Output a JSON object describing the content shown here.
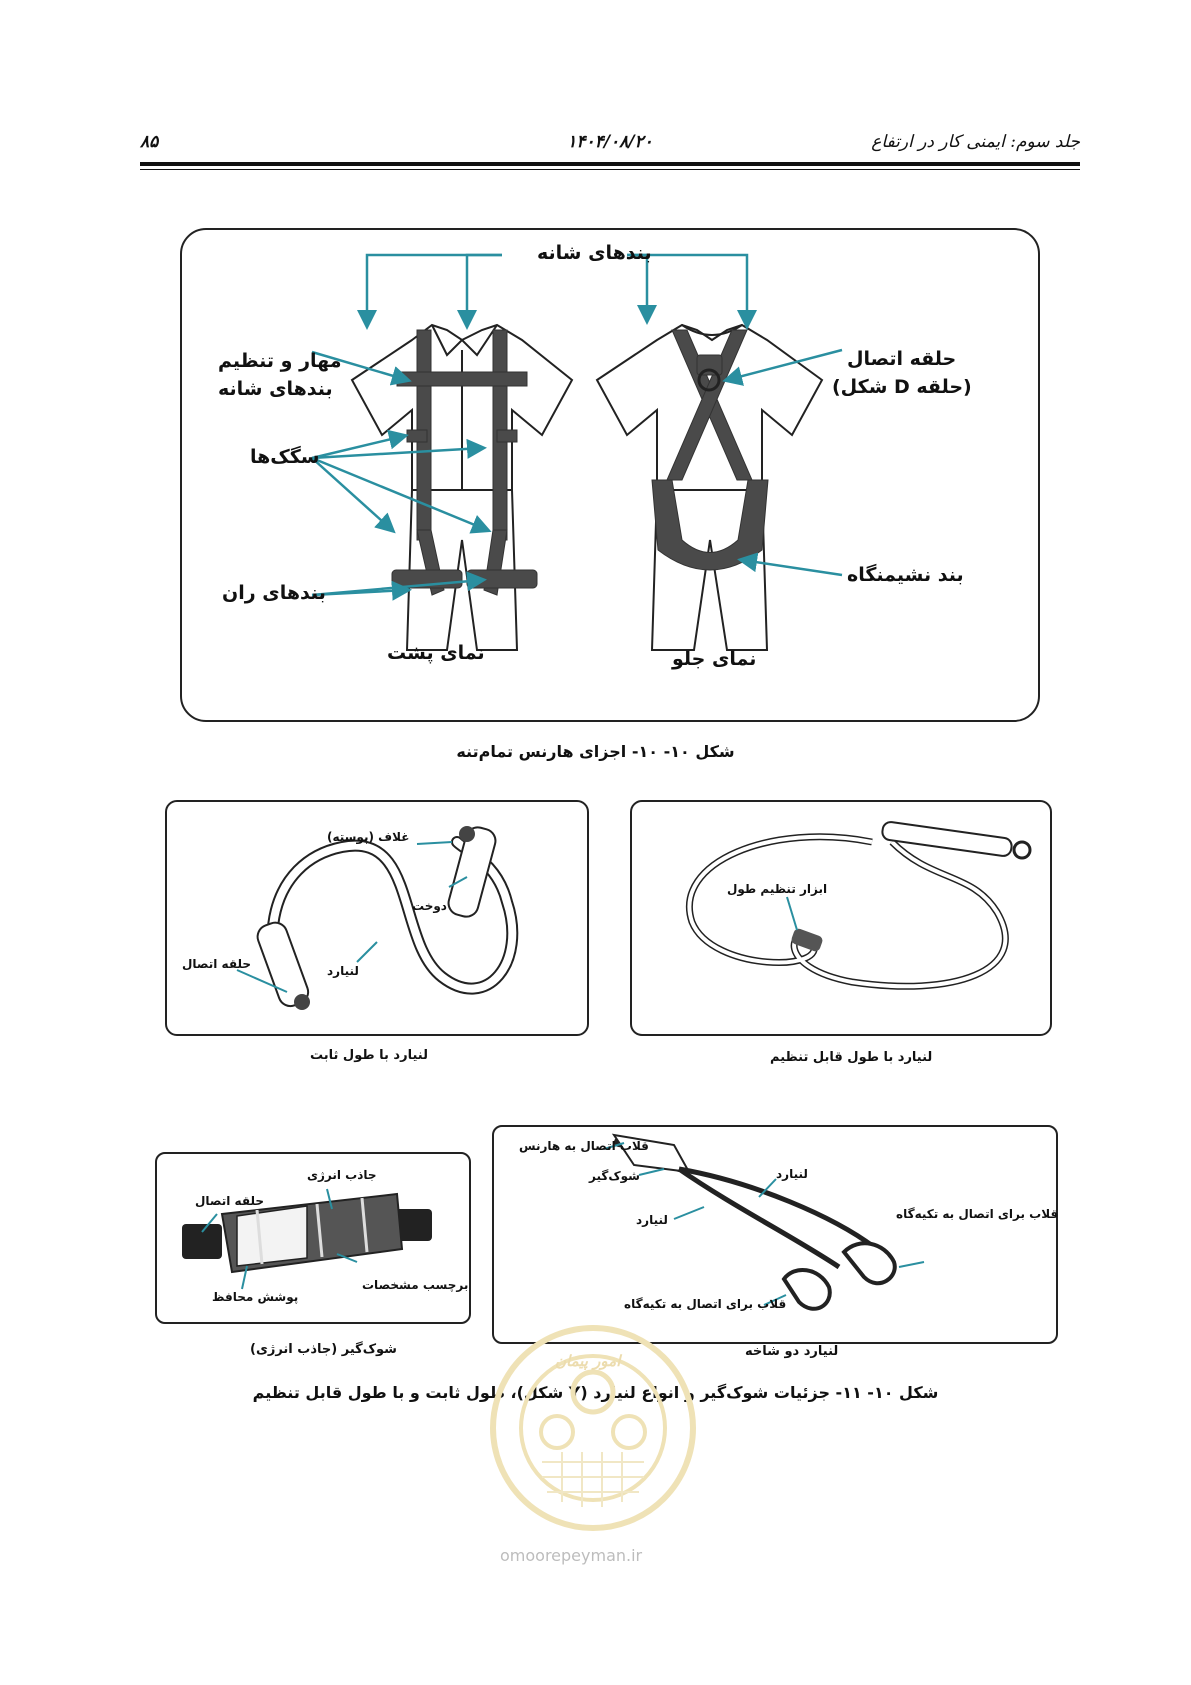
{
  "header": {
    "book_title": "جلد سوم: ایمنی کار در ارتفاع",
    "date": "۱۴۰۴/۰۸/۲۰",
    "page_number": "۸۵"
  },
  "figure_harness": {
    "caption": "شکل ۱۰- ۱۰- اجزای هارنس تمام‌تنه",
    "labels": {
      "shoulder_straps": "بندهای شانه",
      "chest_strap_line1": "مهار و تنظیم",
      "chest_strap_line2": "بندهای شانه",
      "buckles": "سگک‌ها",
      "leg_straps": "بندهای ران",
      "back_view": "نمای پشت",
      "d_ring_line1": "حلقه اتصال",
      "d_ring_line2": "(حلقه D شکل)",
      "seat_strap": "بند نشیمنگاه",
      "front_view": "نمای جلو"
    }
  },
  "figure_lanyards": {
    "caption": "شکل ۱۰- ۱۱- جزئیات شوک‌گیر و انواع لنیارد (Y شکل)، طول ثابت و با طول قابل تنظیم",
    "fixed": {
      "title": "لنیارد با طول ثابت",
      "sheath": "غلاف (پوسته)",
      "stitch": "دوخت",
      "lanyard": "لنیارد",
      "ring": "حلقه اتصال"
    },
    "adjustable": {
      "title": "لنیارد با طول قابل تنظیم",
      "adjuster": "ابزار تنظیم طول"
    },
    "absorber": {
      "title": "شوک‌گیر (جاذب انرژی)",
      "energy_absorber": "جاذب انرژی",
      "ring": "حلقه اتصال",
      "cover": "پوشش محافظ",
      "tag": "برچسب مشخصات"
    },
    "y_lanyard": {
      "title": "لنیارد دو شاخه",
      "harness_hook": "قلاب اتصال به هارنس",
      "shock": "شوک‌گیر",
      "lanyard_1": "لنیارد",
      "lanyard_2": "لنیارد",
      "anchor_hook_1": "قلاب برای اتصال به تکیه‌گاه",
      "anchor_hook_2": "قلاب برای اتصال به تکیه‌گاه"
    }
  },
  "watermark": {
    "seal_text": "امور پیمان",
    "url": "omoorepeyman.ir"
  },
  "colors": {
    "pointer": "#2a8fa0",
    "strap": "#4a4a4a",
    "ink": "#111111"
  }
}
